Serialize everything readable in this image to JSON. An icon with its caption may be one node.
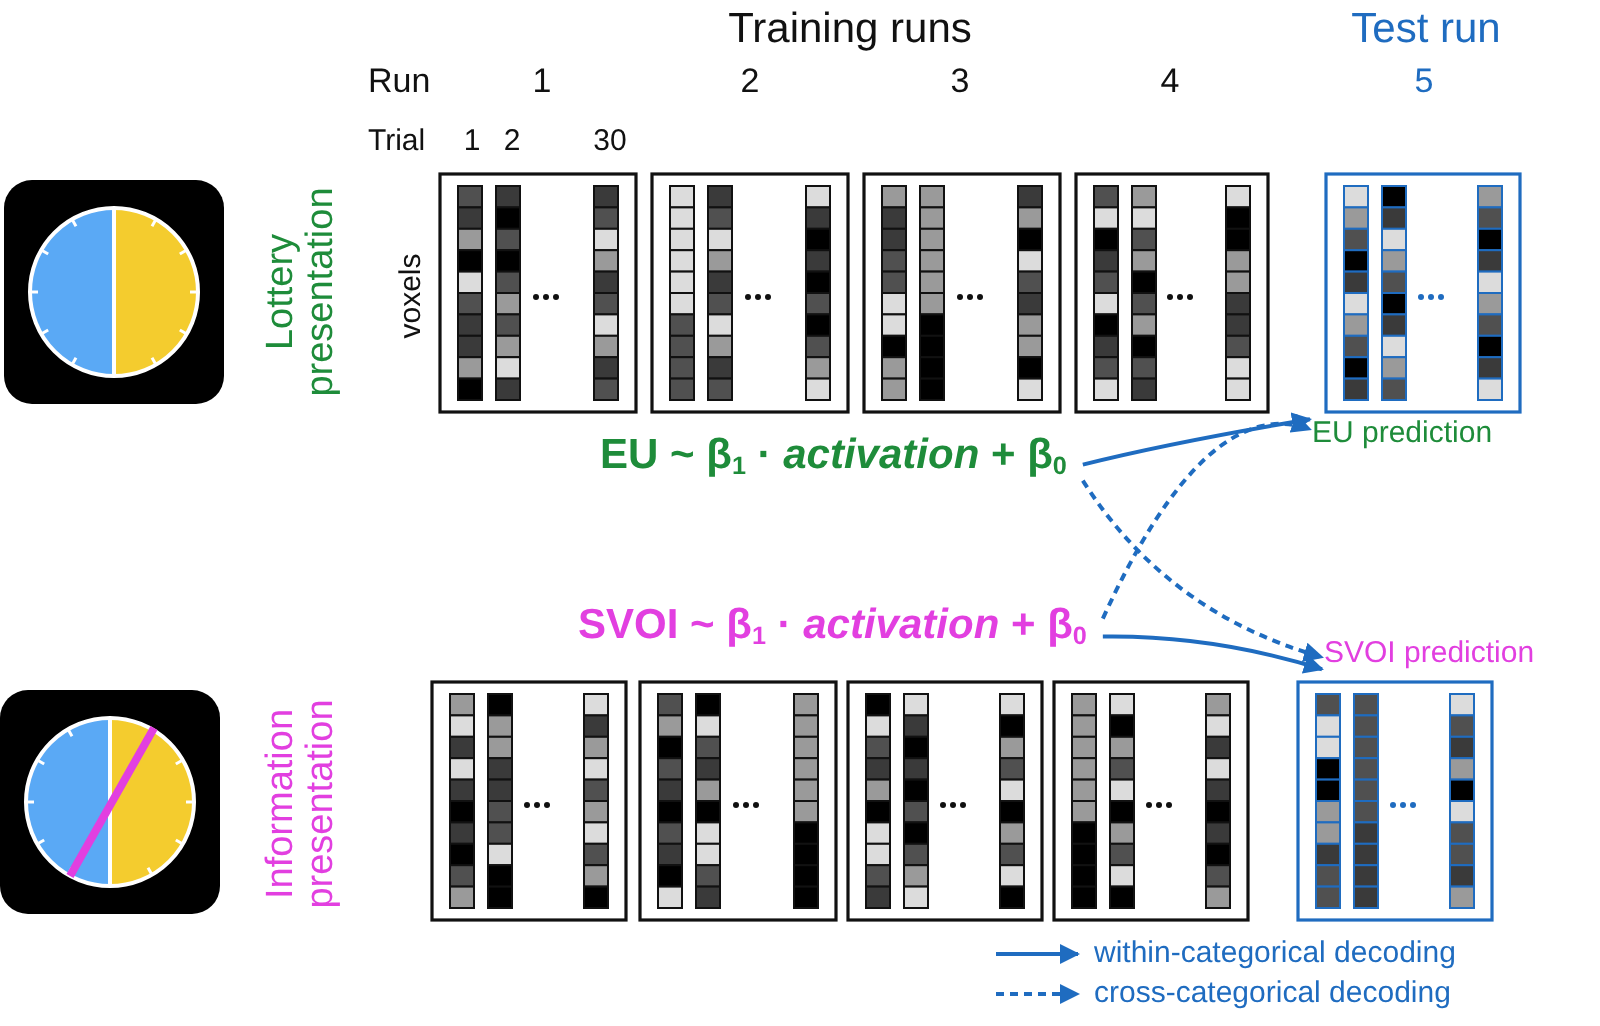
{
  "diagram": {
    "nodes": [
      {
        "text": [
          "EU ~ β$_{1}$ · *activation* + β$_{0}$"
        ]
      },
      {
        "text": [
          "SVOI ~ β$_{1}$ · *activation* + β$_{0}$"
        ]
      },
      {
        "text": [
          "EU prediction"
        ]
      },
      {
        "text": [
          "SVOI prediction"
        ]
      }
    ],
    "edges": [
      {
        "from": 0,
        "to": 2,
        "arrow": "to"
      },
      {
        "from": 0,
        "to": 3,
        "arrow": "to",
        "style": "dashed"
      },
      {
        "from": 1,
        "to": 2,
        "arrow": "to",
        "style": "dashed"
      },
      {
        "from": 1,
        "to": 3,
        "arrow": "to"
      }
    ],
    "labels": [
      "Training runs",
      "Test run",
      "Run",
      "1",
      "2",
      "3",
      "4",
      "5",
      "Trial",
      "1",
      "2",
      "30",
      "Lottery presentation",
      "voxels",
      "Information presentation"
    ],
    "legend": [
      {
        "text": "within-categorical decoding"
      },
      {
        "text": "cross-categorical decoding"
      }
    ]
  }
}
